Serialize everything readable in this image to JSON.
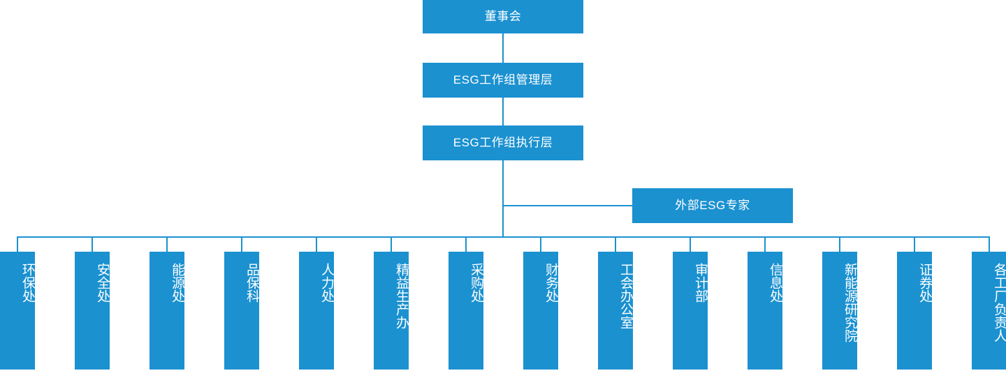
{
  "diagram": {
    "title_nodes": {
      "board": "董事会",
      "management": "ESG工作组管理层",
      "execution": "ESG工作组执行层",
      "external_expert": "外部ESG专家"
    },
    "departments": [
      {
        "label": "环保处"
      },
      {
        "label": "安全处"
      },
      {
        "label": "能源处"
      },
      {
        "label": "品保科"
      },
      {
        "label": "人力处"
      },
      {
        "label": "精益生产办"
      },
      {
        "label": "采购处"
      },
      {
        "label": "财务处"
      },
      {
        "label": "工会办公室"
      },
      {
        "label": "审计部"
      },
      {
        "label": "信息处"
      },
      {
        "label": "新能源研究院"
      },
      {
        "label": "证券处"
      },
      {
        "label": "各工厂负责人"
      }
    ],
    "colors": {
      "node_fill": "#1b91d0",
      "node_text": "#ffffff",
      "connector": "#1b91d0",
      "background": "#ffffff"
    }
  }
}
